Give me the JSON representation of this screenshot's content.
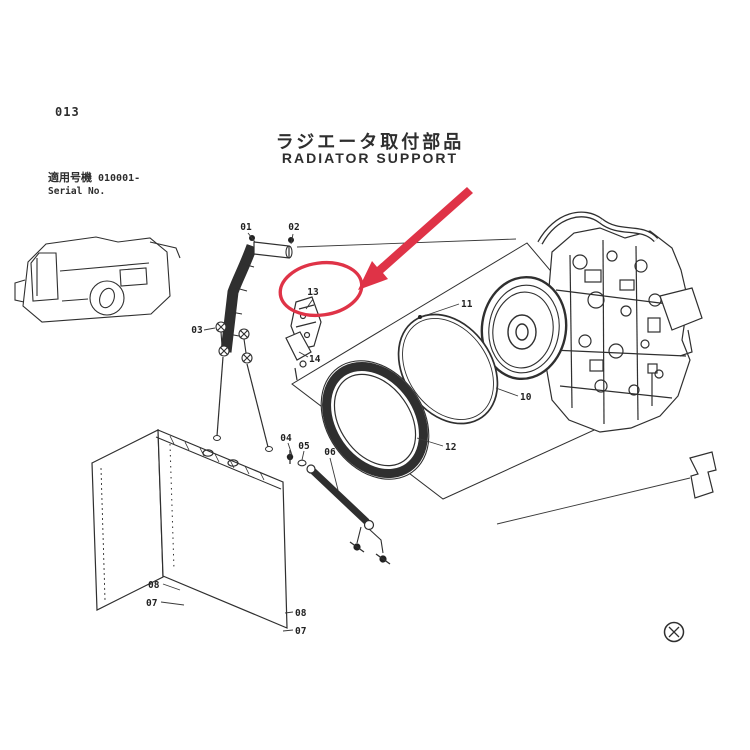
{
  "page": {
    "number": "013"
  },
  "header": {
    "title_ja": "ラジエータ取付部品",
    "title_en": "RADIATOR SUPPORT"
  },
  "serial": {
    "label_ja": "適用号機",
    "value": "010001-",
    "label_en": "Serial No."
  },
  "colors": {
    "line": "#2f2f2f",
    "accent_red": "#df3347",
    "background": "#ffffff"
  },
  "diagram": {
    "highlight": {
      "part": "13",
      "shape": "red-ellipse",
      "pointer": "red-arrow"
    },
    "labels": {
      "l01": "01",
      "l02": "02",
      "l03": "03",
      "l04": "04",
      "l05": "05",
      "l06": "06",
      "l07a": "07",
      "l08a": "08",
      "l07b": "07",
      "l08b": "08",
      "l10": "10",
      "l11": "11",
      "l12": "12",
      "l13": "13",
      "l14": "14"
    },
    "corner_mark": "circled-cross"
  }
}
